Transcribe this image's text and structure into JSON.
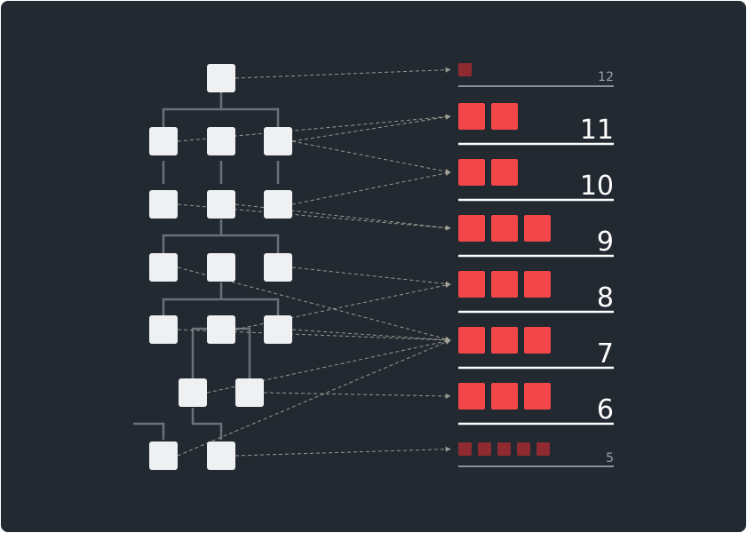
{
  "colors": {
    "background": "#222931",
    "node": "#eef0f2",
    "connector": "#6b7178",
    "arrow": "#a8a69a",
    "block_bright": "#f24648",
    "block_dim": "#8f2a31",
    "baseline_bright": "#ffffff",
    "baseline_dim": "#8a9099"
  },
  "levels": [
    {
      "label": "12",
      "blocks": 1,
      "emphasis": "dim"
    },
    {
      "label": "11",
      "blocks": 2,
      "emphasis": "bright"
    },
    {
      "label": "10",
      "blocks": 2,
      "emphasis": "bright"
    },
    {
      "label": "9",
      "blocks": 3,
      "emphasis": "bright"
    },
    {
      "label": "8",
      "blocks": 3,
      "emphasis": "bright"
    },
    {
      "label": "7",
      "blocks": 3,
      "emphasis": "bright"
    },
    {
      "label": "6",
      "blocks": 3,
      "emphasis": "bright"
    },
    {
      "label": "5",
      "blocks": 5,
      "emphasis": "dim"
    }
  ],
  "tree_rows": [
    {
      "nodes": 1
    },
    {
      "nodes": 3
    },
    {
      "nodes": 3
    },
    {
      "nodes": 3
    },
    {
      "nodes": 3
    },
    {
      "nodes": 2
    },
    {
      "nodes": 2
    }
  ],
  "mappings": [
    {
      "from": "r0n0",
      "to": 0
    },
    {
      "from": "r1n0",
      "to": 1
    },
    {
      "from": "r1n2",
      "to": 1
    },
    {
      "from": "r1n2",
      "to": 2
    },
    {
      "from": "r2n2",
      "to": 2
    },
    {
      "from": "r2n0",
      "to": 3
    },
    {
      "from": "r2n1",
      "to": 3
    },
    {
      "from": "r3n2",
      "to": 4
    },
    {
      "from": "r3n0",
      "to": 5
    },
    {
      "from": "r4n0",
      "to": 5
    },
    {
      "from": "r4n1",
      "to": 4
    },
    {
      "from": "r4n2",
      "to": 5
    },
    {
      "from": "r5n0",
      "to": 5
    },
    {
      "from": "r5n1",
      "to": 6
    },
    {
      "from": "r6n0",
      "to": 5
    },
    {
      "from": "r6n1",
      "to": 7
    }
  ]
}
